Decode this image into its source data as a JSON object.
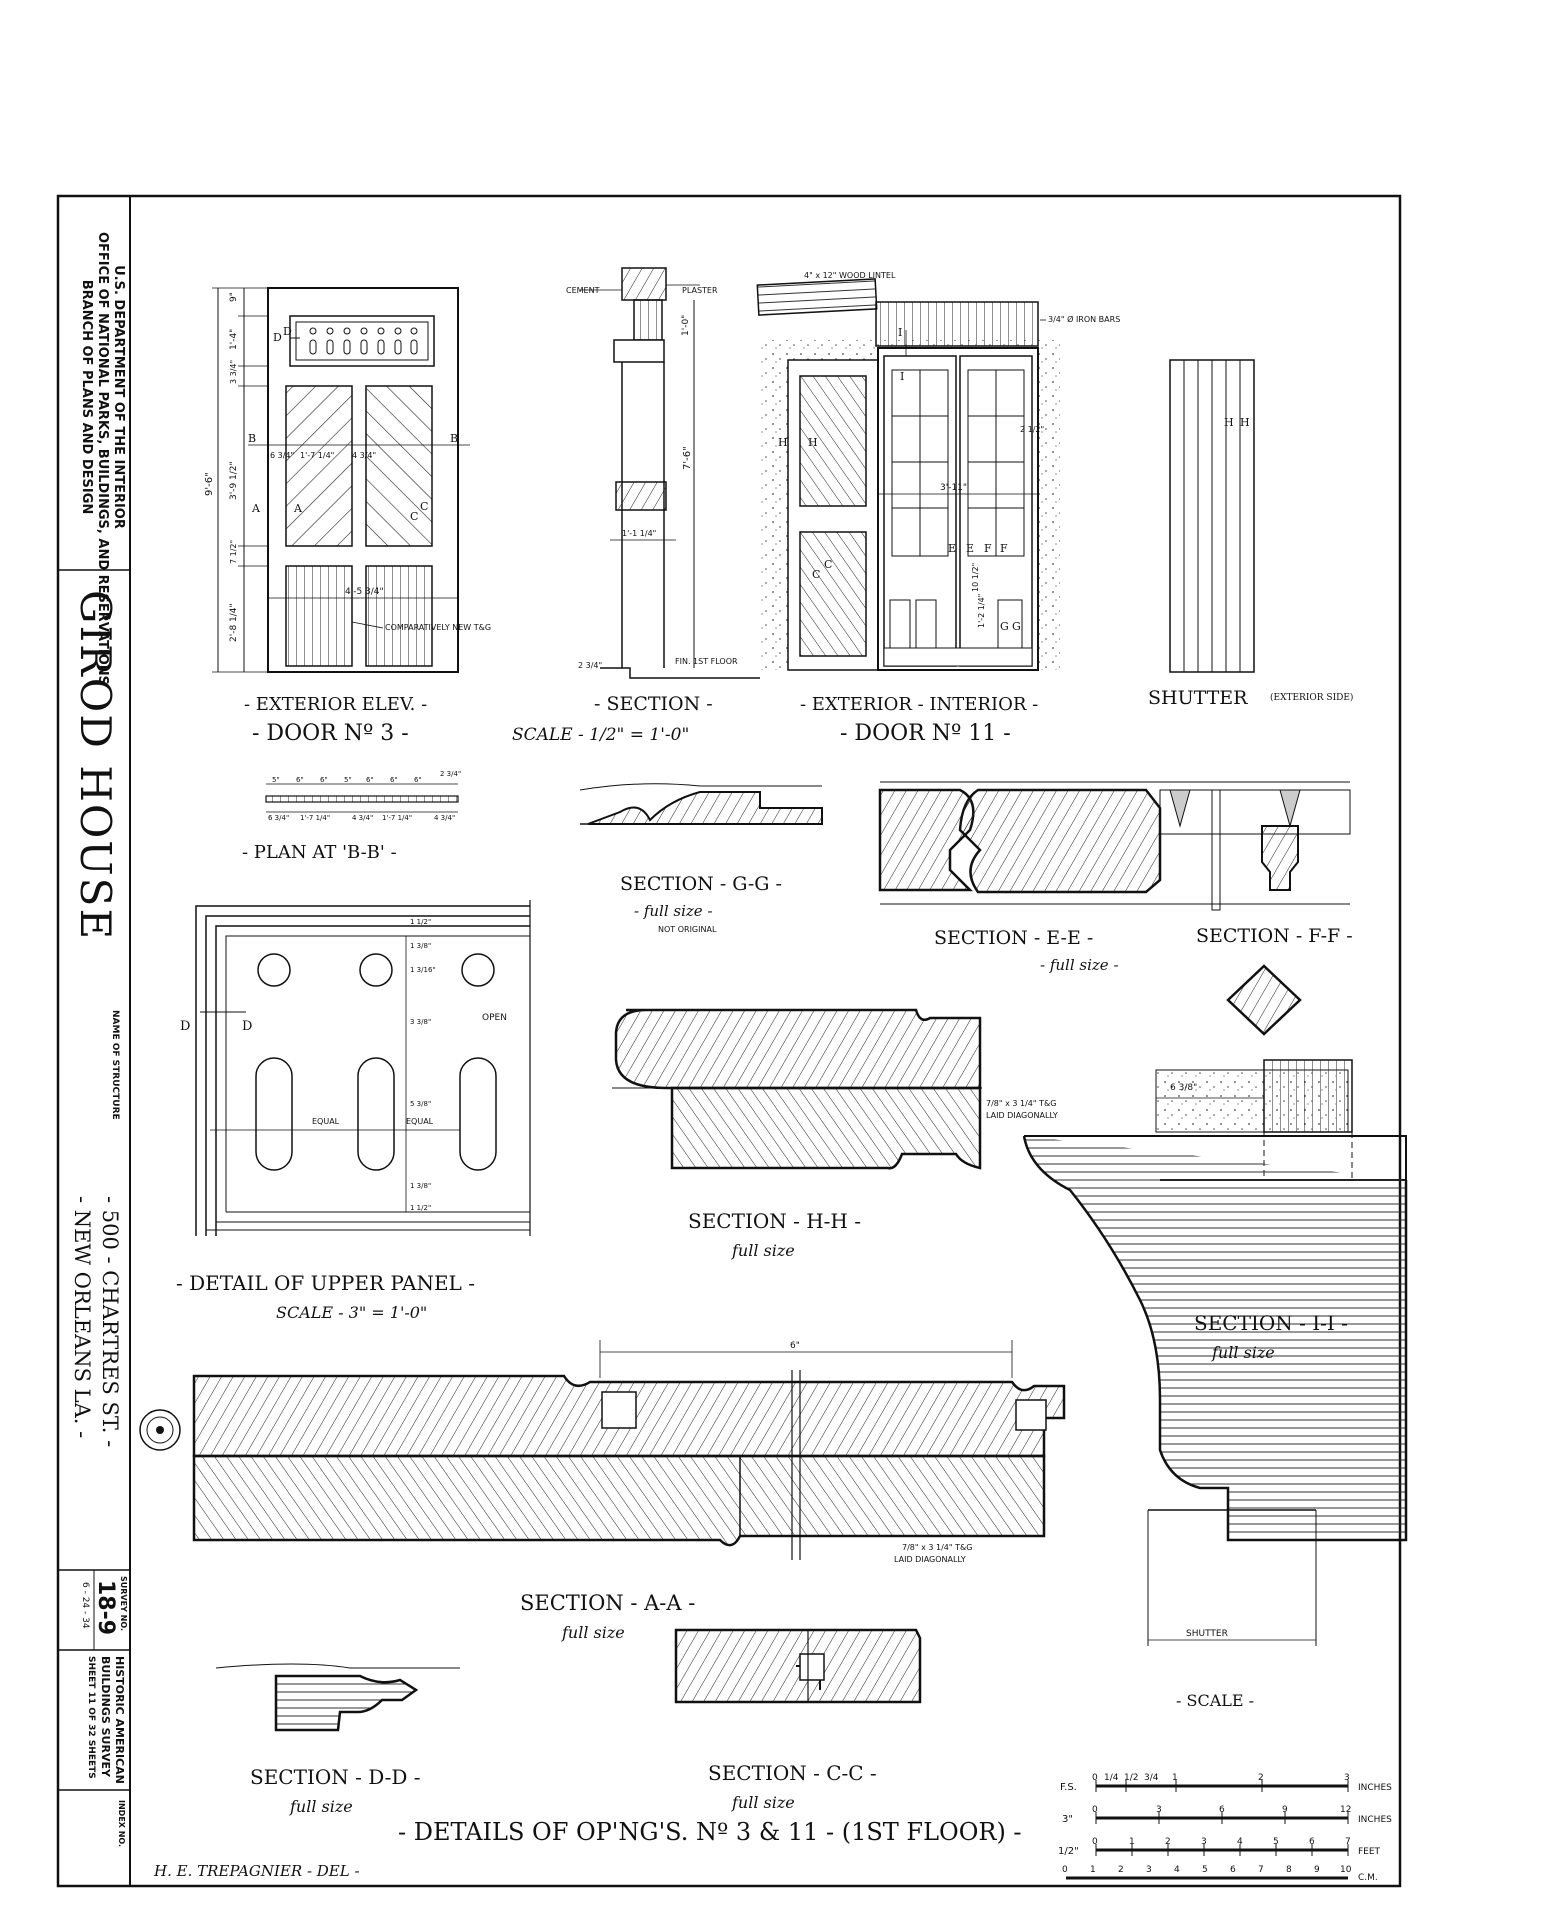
{
  "title_block": {
    "agency_line1": "U.S. DEPARTMENT OF THE INTERIOR",
    "agency_line2": "OFFICE OF NATIONAL PARKS, BUILDINGS, AND RESERVATIONS",
    "agency_line3": "BRANCH OF PLANS AND DESIGN",
    "building_name": "GIROD HOUSE",
    "name_of_structure_label": "NAME OF STRUCTURE",
    "address_line1": "- 500 - CHARTRES ST. -",
    "address_line2": "- NEW ORLEANS LA. -",
    "survey_no_label": "SURVEY NO.",
    "survey_no": "18-9",
    "survey_date": "6 - 24 - 34",
    "habs_line1": "HISTORIC AMERICAN",
    "habs_line2": "BUILDINGS SURVEY",
    "sheet_info": "SHEET 11 OF 32 SHEETS",
    "index_no_label": "INDEX NO."
  },
  "sheet_title": "- DETAILS OF OP'NG'S. Nº 3 & 11 - (1ST FLOOR) -",
  "delineator": "H. E. TREPAGNIER - DEL -",
  "door3": {
    "label_elev": "- EXTERIOR ELEV. -",
    "label_door": "- DOOR Nº 3 -",
    "dims": [
      "9\"",
      "1'-4\"",
      "3 3/4\"",
      "3'-9 1/2\"",
      "7 1/2\"",
      "2'-8 1/4\"",
      "9'-6\"",
      "6 3/4\"",
      "1'-7 1/4\"",
      "4 3/4\"",
      "4'-5 3/4\""
    ],
    "note": "COMPARATIVELY NEW T&G",
    "marks": [
      "D",
      "D",
      "B",
      "B",
      "A",
      "A",
      "C",
      "C"
    ]
  },
  "section": {
    "label": "- SECTION -",
    "scale": "SCALE - 1/2\" = 1'-0\"",
    "notes": [
      "CEMENT",
      "PLASTER",
      "FIN. 1ST FLOOR"
    ],
    "dims": [
      "1'-0\"",
      "7'-6\"",
      "1'-1 1/4\"",
      "2 3/4\""
    ]
  },
  "door11": {
    "label": "- EXTERIOR - INTERIOR -",
    "label_door": "- DOOR Nº 11 -",
    "notes": [
      "4\" x 12\" WOOD LINTEL",
      "3/4\" Ø IRON BARS"
    ],
    "dims": [
      "3'-11\"",
      "2 1/2\"",
      "1'-2 1/4\"",
      "10 1/2\""
    ],
    "marks": [
      "H",
      "H",
      "I",
      "I",
      "E",
      "E",
      "F",
      "F",
      "G",
      "G",
      "C",
      "C"
    ]
  },
  "shutter": {
    "label": "SHUTTER",
    "sub": "(EXTERIOR SIDE)",
    "marks": [
      "H",
      "H"
    ]
  },
  "plan_bb": {
    "label": "- PLAN AT 'B-B' -",
    "dims": [
      "5\"",
      "6\"",
      "6\"",
      "5\"",
      "6\"",
      "6\"",
      "6\"",
      "2 3/4\"",
      "6 3/4\"",
      "1'-7 1/4\"",
      "4 3/4\"",
      "1'-7 1/4\"",
      "4 3/4\""
    ]
  },
  "section_gg": {
    "label": "SECTION - G-G -",
    "sub": "- full size -",
    "note": "NOT ORIGINAL"
  },
  "section_ee": {
    "label": "SECTION - E-E -",
    "sub": "- full size -"
  },
  "section_ff": {
    "label": "SECTION - F-F -"
  },
  "upper_panel": {
    "label": "- DETAIL OF UPPER PANEL -",
    "scale": "SCALE - 3\" = 1'-0\"",
    "notes": [
      "OPEN",
      "EQUAL",
      "EQUAL"
    ],
    "dims": [
      "1 1/2\"",
      "1 3/8\"",
      "1 3/16\"",
      "3 3/8\"",
      "5 3/8\"",
      "1 3/8\"",
      "1 1/2\""
    ],
    "marks": [
      "D",
      "D"
    ]
  },
  "section_hh": {
    "label": "SECTION - H-H -",
    "sub": "full size",
    "note1": "7/8\" x 3 1/4\" T&G",
    "note2": "LAID DIAGONALLY"
  },
  "section_ii": {
    "label": "SECTION - I-I -",
    "sub": "full size",
    "dim": "6 3/8\"",
    "note": "SHUTTER"
  },
  "section_aa": {
    "label": "SECTION - A-A -",
    "sub": "full size",
    "dim": "6\"",
    "note1": "7/8\" x 3 1/4\" T&G",
    "note2": "LAID DIAGONALLY"
  },
  "section_dd": {
    "label": "SECTION - D-D -",
    "sub": "full size"
  },
  "section_cc": {
    "label": "SECTION - C-C -",
    "sub": "full size"
  },
  "scale_bars": {
    "label": "- SCALE -",
    "fs": {
      "prefix": "F.S.",
      "ticks": [
        "0",
        "1/4",
        "1/2",
        "3/4",
        "1",
        "2",
        "3"
      ],
      "unit": "INCHES"
    },
    "three": {
      "prefix": "3\"",
      "ticks": [
        "0",
        "3",
        "6",
        "9",
        "12"
      ],
      "unit": "INCHES"
    },
    "half": {
      "prefix": "1/2\"",
      "ticks": [
        "0",
        "1",
        "2",
        "3",
        "4",
        "5",
        "6",
        "7"
      ],
      "unit": "FEET"
    },
    "cm": {
      "ticks": [
        "0",
        "1",
        "2",
        "3",
        "4",
        "5",
        "6",
        "7",
        "8",
        "9",
        "10"
      ],
      "unit": "C.M."
    }
  }
}
